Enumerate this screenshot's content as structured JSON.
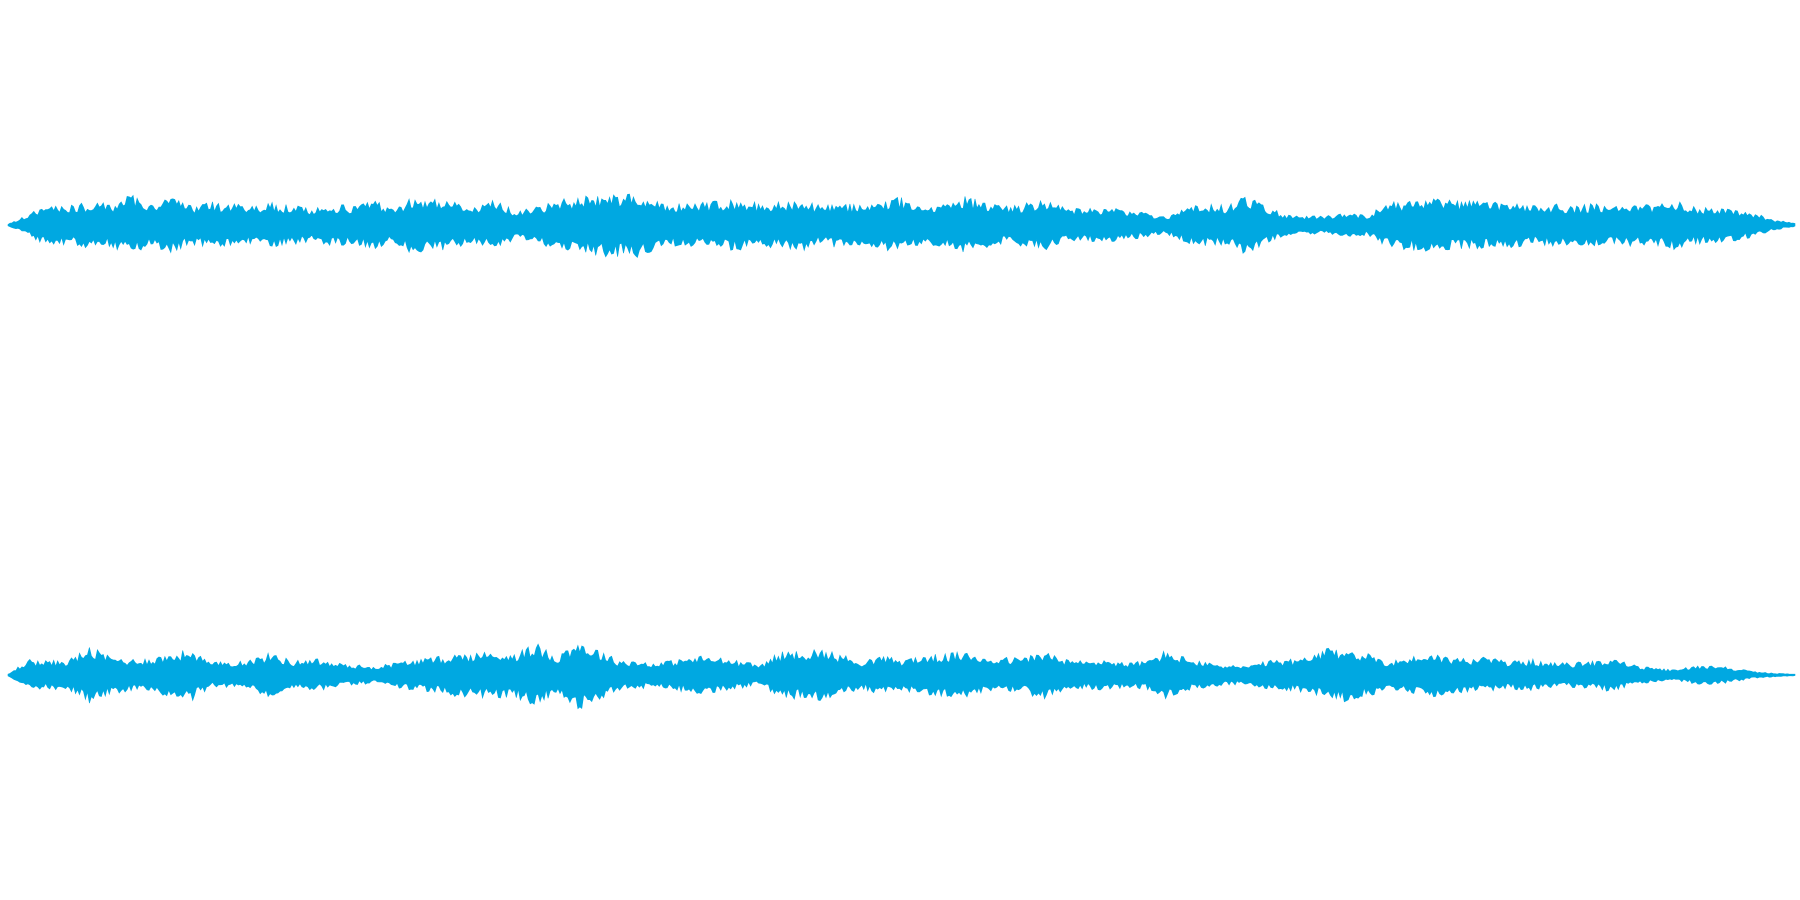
{
  "chart_data": {
    "type": "area",
    "title": "",
    "xlabel": "",
    "ylabel": "",
    "grid": false,
    "legend": "none",
    "color": "#00a8e1",
    "x_range": [
      0,
      1
    ],
    "y_range": [
      -1,
      1
    ],
    "channels": [
      {
        "envelope": [
          0.01,
          0.12,
          0.25,
          0.22,
          0.26,
          0.24,
          0.35,
          0.25,
          0.32,
          0.22,
          0.26,
          0.24,
          0.22,
          0.25,
          0.23,
          0.18,
          0.24,
          0.22,
          0.28,
          0.2,
          0.34,
          0.3,
          0.26,
          0.2,
          0.3,
          0.16,
          0.2,
          0.28,
          0.32,
          0.35,
          0.36,
          0.38,
          0.26,
          0.24,
          0.26,
          0.28,
          0.28,
          0.26,
          0.26,
          0.3,
          0.22,
          0.26,
          0.22,
          0.28,
          0.32,
          0.22,
          0.24,
          0.33,
          0.28,
          0.22,
          0.24,
          0.3,
          0.2,
          0.18,
          0.2,
          0.18,
          0.14,
          0.1,
          0.2,
          0.24,
          0.22,
          0.34,
          0.2,
          0.12,
          0.1,
          0.11,
          0.14,
          0.12,
          0.26,
          0.28,
          0.3,
          0.28,
          0.28,
          0.26,
          0.26,
          0.22,
          0.24,
          0.22,
          0.24,
          0.22,
          0.24,
          0.22,
          0.28,
          0.22,
          0.2,
          0.18,
          0.14,
          0.06,
          0.02
        ]
      },
      {
        "envelope": [
          0.01,
          0.18,
          0.16,
          0.18,
          0.32,
          0.22,
          0.18,
          0.2,
          0.24,
          0.3,
          0.14,
          0.16,
          0.18,
          0.26,
          0.16,
          0.2,
          0.14,
          0.12,
          0.1,
          0.14,
          0.18,
          0.2,
          0.24,
          0.26,
          0.26,
          0.26,
          0.36,
          0.22,
          0.4,
          0.3,
          0.18,
          0.16,
          0.14,
          0.18,
          0.22,
          0.2,
          0.16,
          0.12,
          0.26,
          0.28,
          0.3,
          0.24,
          0.16,
          0.22,
          0.18,
          0.22,
          0.24,
          0.26,
          0.22,
          0.2,
          0.2,
          0.28,
          0.18,
          0.16,
          0.18,
          0.14,
          0.16,
          0.28,
          0.2,
          0.14,
          0.12,
          0.1,
          0.16,
          0.18,
          0.2,
          0.3,
          0.3,
          0.24,
          0.16,
          0.2,
          0.26,
          0.2,
          0.2,
          0.2,
          0.16,
          0.18,
          0.14,
          0.14,
          0.16,
          0.2,
          0.12,
          0.08,
          0.06,
          0.1,
          0.12,
          0.08,
          0.04,
          0.02,
          0.01
        ]
      }
    ]
  }
}
